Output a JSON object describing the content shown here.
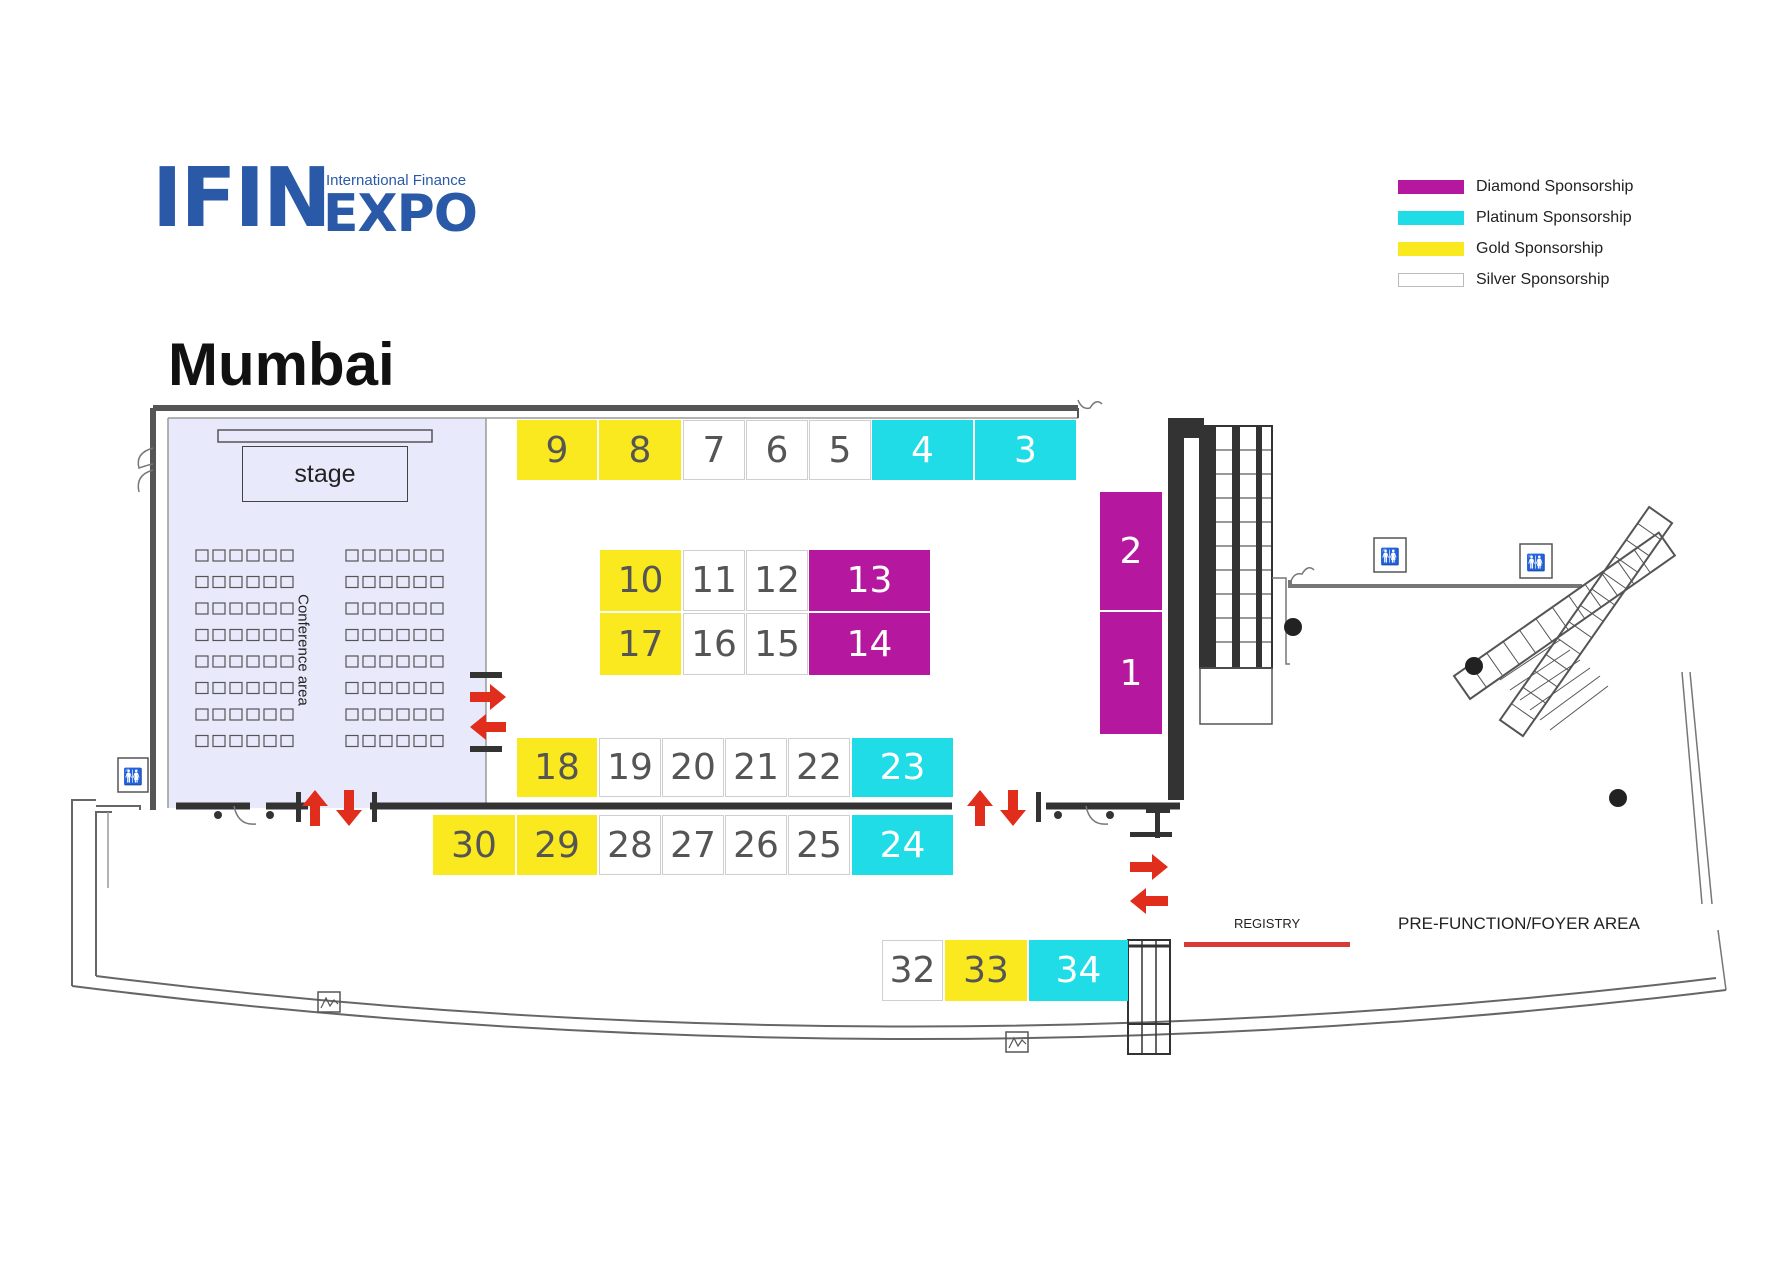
{
  "logo": {
    "brand": "IFIN",
    "subtitle": "International Finance",
    "expo": "EXPO"
  },
  "city": "Mumbai",
  "colors": {
    "diamond": "#b5189f",
    "platinum": "#1fdce6",
    "gold": "#fbe91f",
    "silver": "#ffffff",
    "conference": "#e8eafb",
    "arrow": "#e02d1c",
    "registry": "#d83a3a",
    "wall": "#333333"
  },
  "legend": [
    {
      "label": "Diamond Sponsorship",
      "tier": "diamond"
    },
    {
      "label": "Platinum Sponsorship",
      "tier": "platinum"
    },
    {
      "label": "Gold Sponsorship",
      "tier": "gold"
    },
    {
      "label": "Silver Sponsorship",
      "tier": "silver"
    }
  ],
  "labels": {
    "stage": "stage",
    "conference": "Conference area",
    "registry": "REGISTRY",
    "foyer": "PRE-FUNCTION/FOYER AREA"
  },
  "booths": [
    {
      "num": "9",
      "tier": "gold"
    },
    {
      "num": "8",
      "tier": "gold"
    },
    {
      "num": "7",
      "tier": "silver"
    },
    {
      "num": "6",
      "tier": "silver"
    },
    {
      "num": "5",
      "tier": "silver"
    },
    {
      "num": "4",
      "tier": "platinum"
    },
    {
      "num": "3",
      "tier": "platinum"
    },
    {
      "num": "2",
      "tier": "diamond"
    },
    {
      "num": "1",
      "tier": "diamond"
    },
    {
      "num": "10",
      "tier": "gold"
    },
    {
      "num": "11",
      "tier": "silver"
    },
    {
      "num": "12",
      "tier": "silver"
    },
    {
      "num": "13",
      "tier": "diamond"
    },
    {
      "num": "17",
      "tier": "gold"
    },
    {
      "num": "16",
      "tier": "silver"
    },
    {
      "num": "15",
      "tier": "silver"
    },
    {
      "num": "14",
      "tier": "diamond"
    },
    {
      "num": "18",
      "tier": "gold"
    },
    {
      "num": "19",
      "tier": "silver"
    },
    {
      "num": "20",
      "tier": "silver"
    },
    {
      "num": "21",
      "tier": "silver"
    },
    {
      "num": "22",
      "tier": "silver"
    },
    {
      "num": "23",
      "tier": "platinum"
    },
    {
      "num": "30",
      "tier": "gold"
    },
    {
      "num": "29",
      "tier": "gold"
    },
    {
      "num": "28",
      "tier": "silver"
    },
    {
      "num": "27",
      "tier": "silver"
    },
    {
      "num": "26",
      "tier": "silver"
    },
    {
      "num": "25",
      "tier": "silver"
    },
    {
      "num": "24",
      "tier": "platinum"
    },
    {
      "num": "32",
      "tier": "silver"
    },
    {
      "num": "33",
      "tier": "gold"
    },
    {
      "num": "34",
      "tier": "platinum"
    }
  ]
}
